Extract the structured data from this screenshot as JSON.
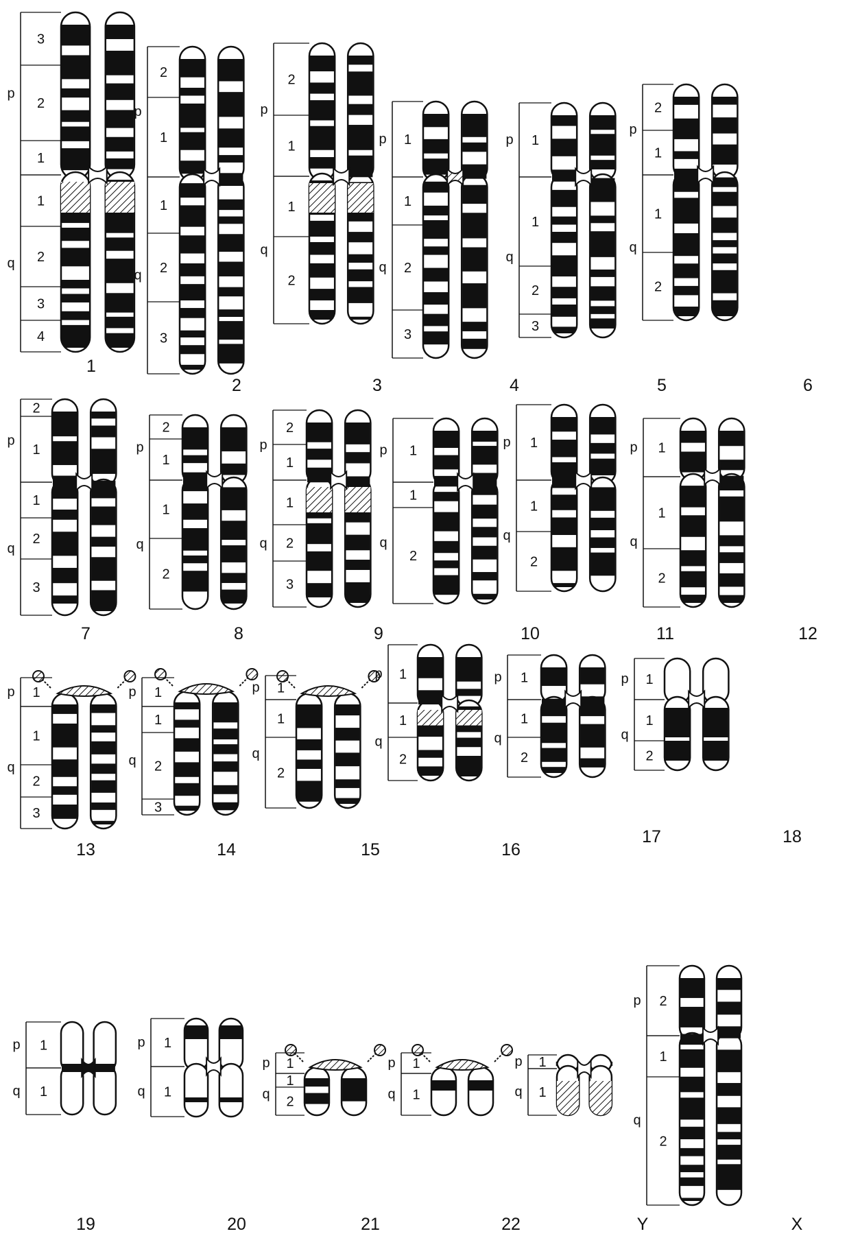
{
  "arm_labels": {
    "p": "p",
    "q": "q"
  },
  "colors": {
    "ink": "#111111",
    "paper": "#ffffff",
    "heterochromatin": "#888888"
  },
  "chromosomes": [
    {
      "id": "1",
      "caption": "1",
      "arm_p": "p",
      "arm_q": "q",
      "p_regions": [
        "3",
        "2",
        "1"
      ],
      "q_regions": [
        "1",
        "2",
        "3",
        "4"
      ],
      "bands": "dark",
      "centromere": "hatched-q",
      "satellites": false
    },
    {
      "id": "2",
      "caption": "2",
      "arm_p": "p",
      "arm_q": "q",
      "p_regions": [
        "2",
        "1"
      ],
      "q_regions": [
        "1",
        "2",
        "3"
      ],
      "bands": "dark",
      "centromere": "plain",
      "satellites": false
    },
    {
      "id": "3",
      "caption": "3",
      "arm_p": "p",
      "arm_q": "q",
      "p_regions": [
        "2",
        "1"
      ],
      "q_regions": [
        "1",
        "2"
      ],
      "bands": "dark",
      "centromere": "hatched-q",
      "satellites": false
    },
    {
      "id": "4",
      "caption": "4",
      "arm_p": "p",
      "arm_q": "q",
      "p_regions": [
        "1"
      ],
      "q_regions": [
        "1",
        "2",
        "3"
      ],
      "bands": "dark",
      "centromere": "hatched",
      "satellites": false
    },
    {
      "id": "5",
      "caption": "5",
      "arm_p": "p",
      "arm_q": "q",
      "p_regions": [
        "1"
      ],
      "q_regions": [
        "1",
        "2",
        "3"
      ],
      "bands": "dark",
      "centromere": "plain",
      "satellites": false
    },
    {
      "id": "6",
      "caption": "6",
      "arm_p": "p",
      "arm_q": "q",
      "p_regions": [
        "2",
        "1"
      ],
      "q_regions": [
        "1",
        "2"
      ],
      "bands": "dark",
      "centromere": "plain",
      "satellites": false
    },
    {
      "id": "7",
      "caption": "7",
      "arm_p": "p",
      "arm_q": "q",
      "p_regions": [
        "2",
        "1"
      ],
      "q_regions": [
        "1",
        "2",
        "3"
      ],
      "bands": "dark",
      "centromere": "plain",
      "satellites": false
    },
    {
      "id": "8",
      "caption": "8",
      "arm_p": "p",
      "arm_q": "q",
      "p_regions": [
        "2",
        "1"
      ],
      "q_regions": [
        "1",
        "2"
      ],
      "bands": "dark",
      "centromere": "plain",
      "satellites": false
    },
    {
      "id": "9",
      "caption": "9",
      "arm_p": "p",
      "arm_q": "q",
      "p_regions": [
        "2",
        "1"
      ],
      "q_regions": [
        "1",
        "2",
        "3"
      ],
      "bands": "dark",
      "centromere": "hatched-q",
      "satellites": false
    },
    {
      "id": "10",
      "caption": "10",
      "arm_p": "p",
      "arm_q": "q",
      "p_regions": [
        "1"
      ],
      "q_regions": [
        "1",
        "2"
      ],
      "bands": "dark",
      "centromere": "plain",
      "satellites": false
    },
    {
      "id": "11",
      "caption": "11",
      "arm_p": "p",
      "arm_q": "q",
      "p_regions": [
        "1"
      ],
      "q_regions": [
        "1",
        "2"
      ],
      "bands": "dark",
      "centromere": "plain",
      "satellites": false
    },
    {
      "id": "12",
      "caption": "12",
      "arm_p": "p",
      "arm_q": "q",
      "p_regions": [
        "1"
      ],
      "q_regions": [
        "1",
        "2"
      ],
      "bands": "dark",
      "centromere": "plain",
      "satellites": false
    },
    {
      "id": "13",
      "caption": "13",
      "arm_p": "p",
      "arm_q": "q",
      "p_regions": [
        "1"
      ],
      "q_regions": [
        "1",
        "2",
        "3"
      ],
      "bands": "dark",
      "centromere": "acro",
      "satellites": true
    },
    {
      "id": "14",
      "caption": "14",
      "arm_p": "p",
      "arm_q": "q",
      "p_regions": [
        "1"
      ],
      "q_regions": [
        "1",
        "2",
        "3"
      ],
      "bands": "dark",
      "centromere": "acro",
      "satellites": true
    },
    {
      "id": "15",
      "caption": "15",
      "arm_p": "p",
      "arm_q": "q",
      "p_regions": [
        "1"
      ],
      "q_regions": [
        "1",
        "2"
      ],
      "bands": "dark",
      "centromere": "acro",
      "satellites": true
    },
    {
      "id": "16",
      "caption": "16",
      "arm_p": "p",
      "arm_q": "q",
      "p_regions": [
        "1"
      ],
      "q_regions": [
        "1",
        "2"
      ],
      "bands": "dark",
      "centromere": "hatched-q",
      "satellites": false
    },
    {
      "id": "17",
      "caption": "17",
      "arm_p": "p",
      "arm_q": "q",
      "p_regions": [
        "1"
      ],
      "q_regions": [
        "1",
        "2"
      ],
      "bands": "dark",
      "centromere": "plain",
      "satellites": false
    },
    {
      "id": "18",
      "caption": "18",
      "arm_p": "p",
      "arm_q": "q",
      "p_regions": [
        "1"
      ],
      "q_regions": [
        "1",
        "2"
      ],
      "bands": "q-dark",
      "centromere": "plain",
      "satellites": false
    },
    {
      "id": "19",
      "caption": "19",
      "arm_p": "p",
      "arm_q": "q",
      "p_regions": [
        "1"
      ],
      "q_regions": [
        "1"
      ],
      "bands": "centromere-only",
      "centromere": "dark",
      "satellites": false
    },
    {
      "id": "20",
      "caption": "20",
      "arm_p": "p",
      "arm_q": "q",
      "p_regions": [
        "1"
      ],
      "q_regions": [
        "1"
      ],
      "bands": "light",
      "centromere": "plain",
      "satellites": false
    },
    {
      "id": "21",
      "caption": "21",
      "arm_p": "p",
      "arm_q": "q",
      "p_regions": [
        "1"
      ],
      "q_regions": [
        "1",
        "2"
      ],
      "bands": "dark",
      "centromere": "acro",
      "satellites": true
    },
    {
      "id": "22",
      "caption": "22",
      "arm_p": "p",
      "arm_q": "q",
      "p_regions": [
        "1"
      ],
      "q_regions": [
        "1"
      ],
      "bands": "light",
      "centromere": "acro",
      "satellites": true
    },
    {
      "id": "Y",
      "caption": "Y",
      "arm_p": "p",
      "arm_q": "q",
      "p_regions": [
        "1"
      ],
      "q_regions": [
        "1"
      ],
      "bands": "y",
      "centromere": "plain",
      "satellites": false
    },
    {
      "id": "X",
      "caption": "X",
      "arm_p": "p",
      "arm_q": "q",
      "p_regions": [
        "2",
        "1"
      ],
      "q_regions": [
        "1",
        "2"
      ],
      "bands": "dark",
      "centromere": "plain",
      "satellites": false
    }
  ]
}
